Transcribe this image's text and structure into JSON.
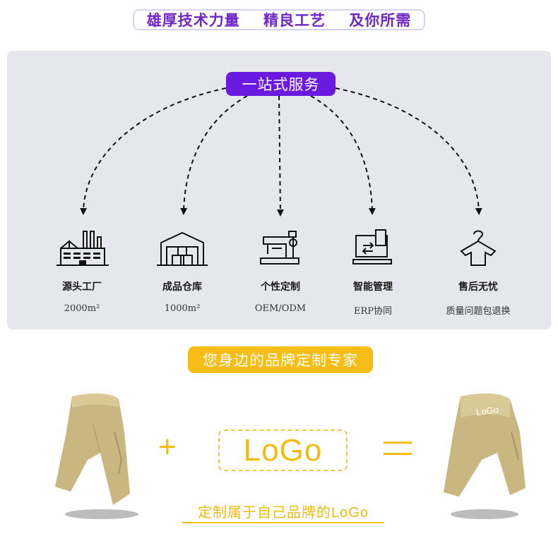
{
  "header": {
    "banner_text": "雄厚技术力量    精良工艺    及你所需"
  },
  "service": {
    "title": "一站式服务",
    "items": [
      {
        "icon": "factory-icon",
        "name": "源头工厂",
        "desc": "2000m²"
      },
      {
        "icon": "warehouse-icon",
        "name": "成品仓库",
        "desc": "1000m²"
      },
      {
        "icon": "sewing-machine-icon",
        "name": "个性定制",
        "desc": "OEM/ODM"
      },
      {
        "icon": "computer-sync-icon",
        "name": "智能管理",
        "desc": "ERP协同"
      },
      {
        "icon": "hanger-icon",
        "name": "售后无忧",
        "desc": "质量问题包退换"
      }
    ]
  },
  "custom": {
    "tagline": "您身边的品牌定制专家",
    "plus": "+",
    "logo_text": "LoGo",
    "shorts_logo": "LoGo",
    "caption": "定制属于自己品牌的LoGo"
  },
  "colors": {
    "purple": "#6b1ae0",
    "yellow": "#f6bd17",
    "panel": "#e6e7ed",
    "khaki": "#c9b57f"
  }
}
